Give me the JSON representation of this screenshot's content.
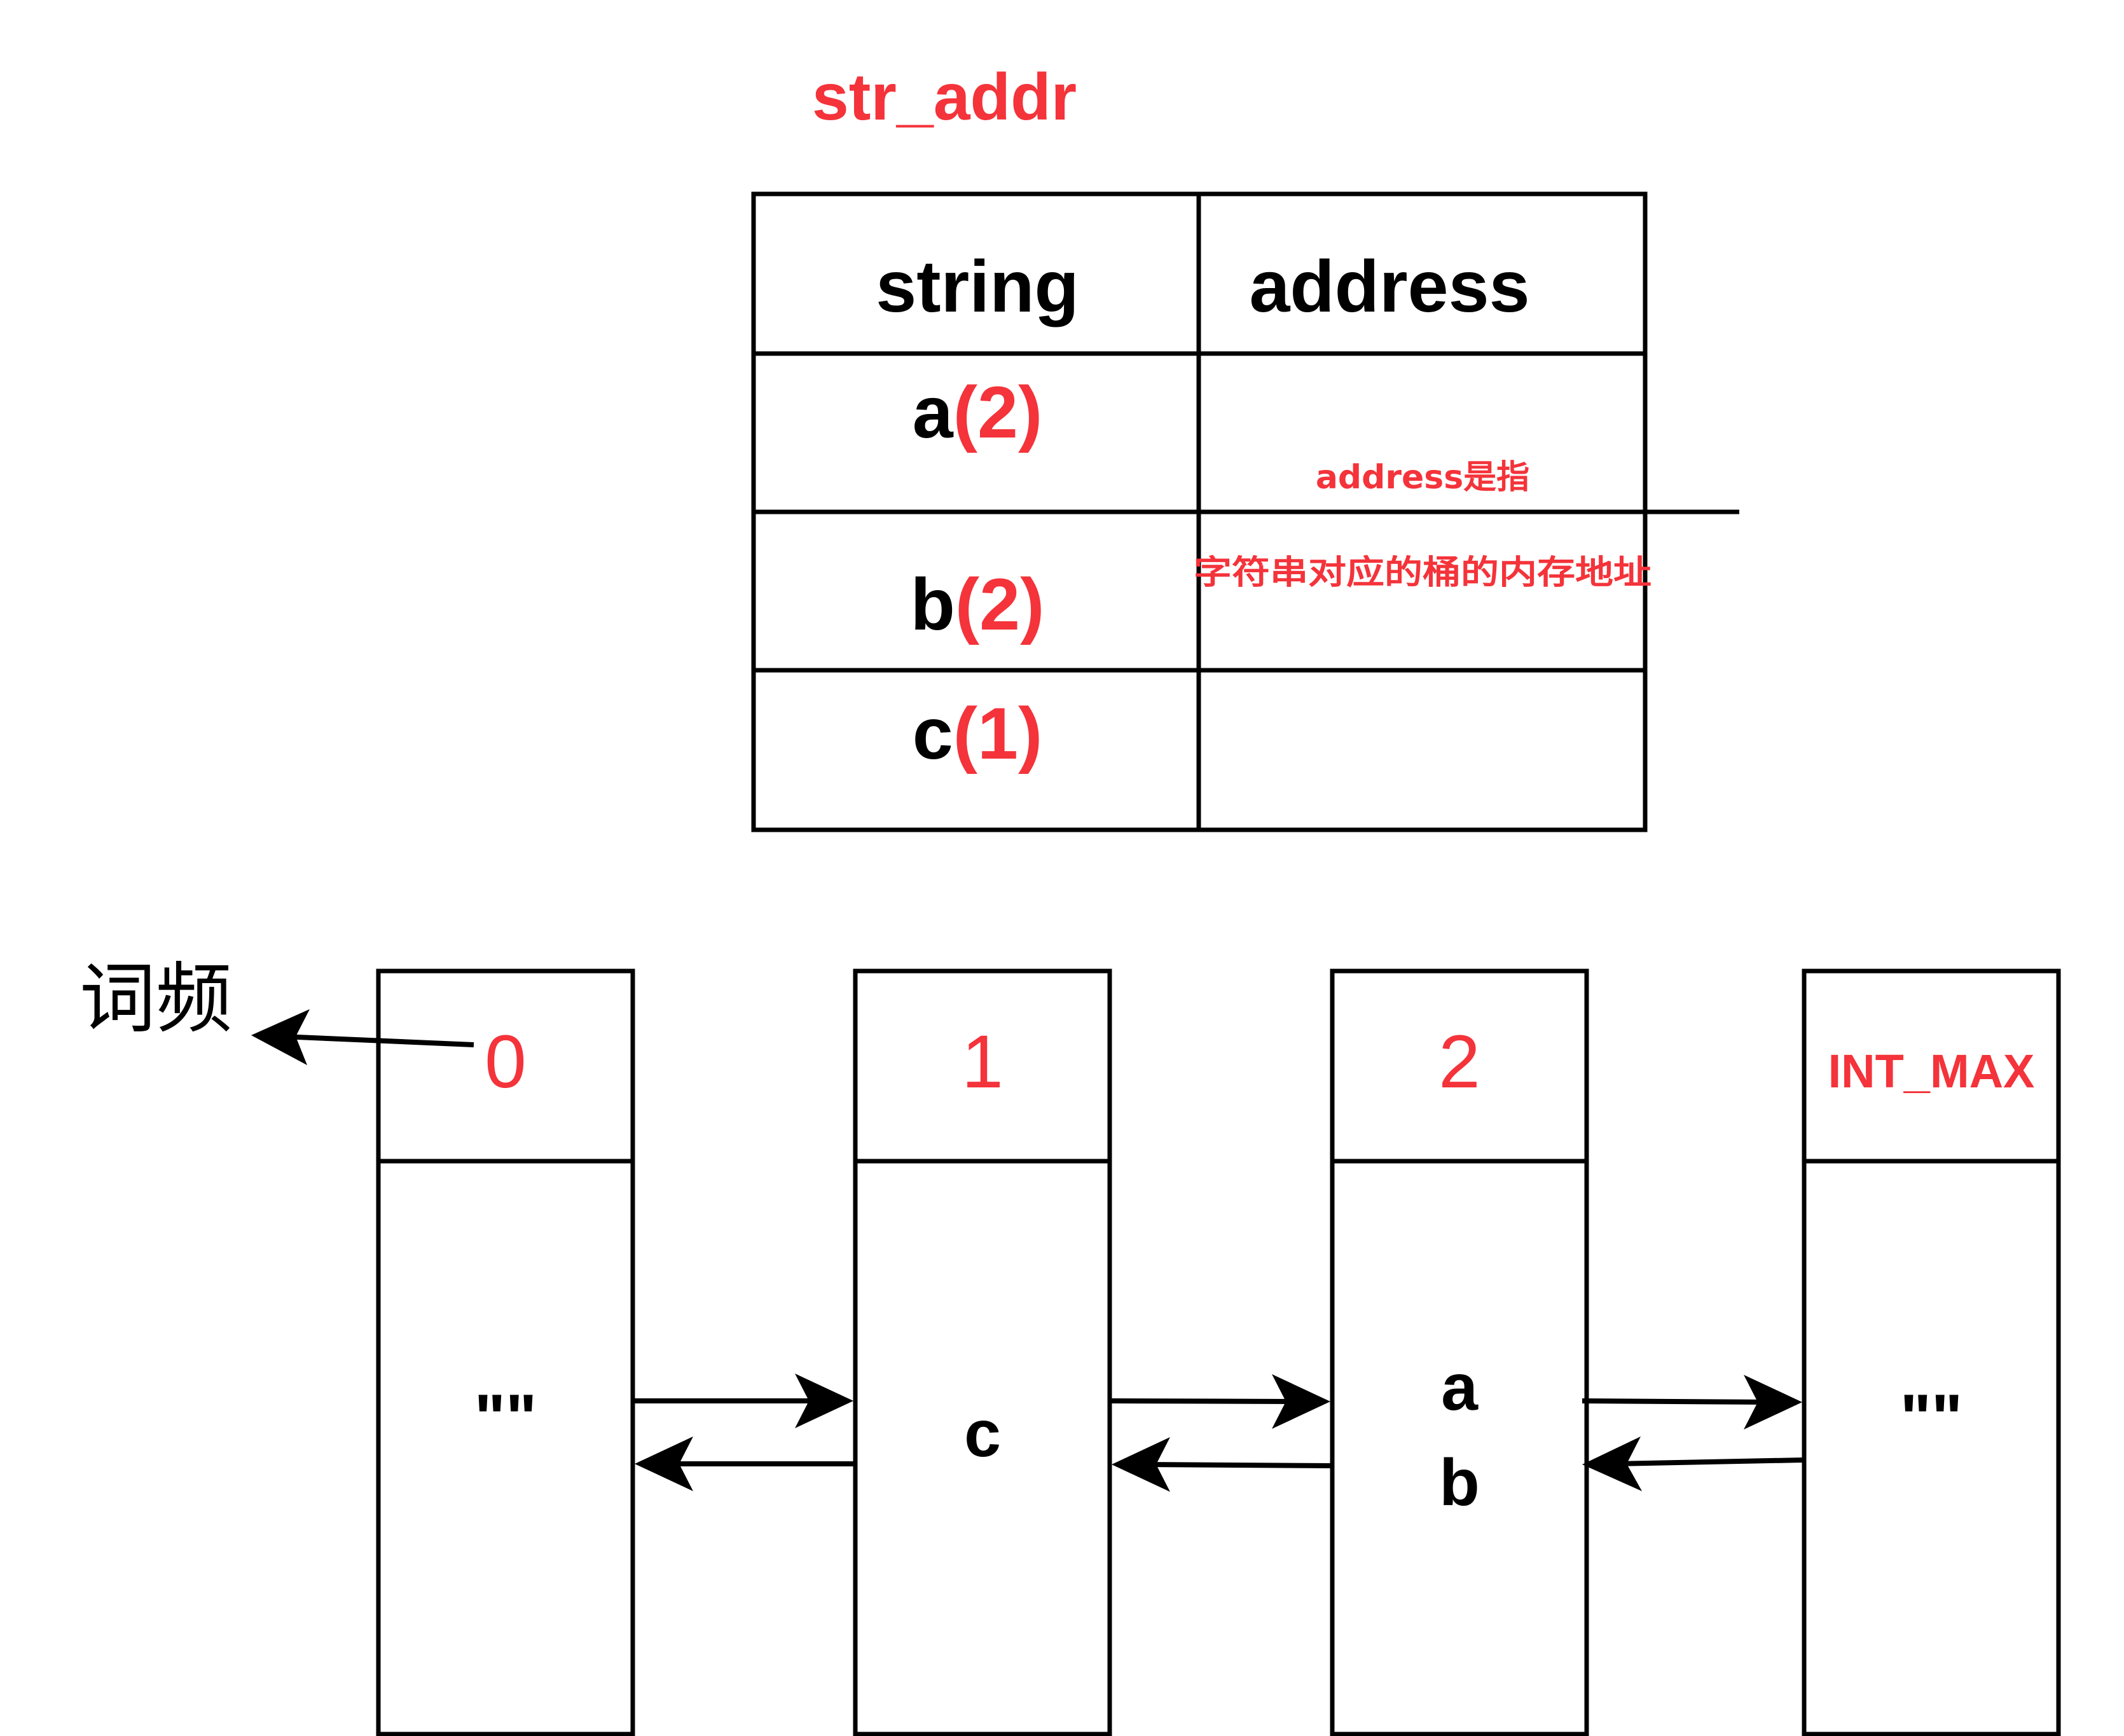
{
  "colors": {
    "accent": "#f4333a",
    "line": "#000000",
    "background": "#ffffff"
  },
  "table": {
    "title": "str_addr",
    "headers": {
      "string": "string",
      "address": "address"
    },
    "rows": [
      {
        "key": "a",
        "count": "(2)"
      },
      {
        "key": "b",
        "count": "(2)"
      },
      {
        "key": "c",
        "count": "(1)"
      }
    ],
    "note_line1": "address是指",
    "note_line2": "字符串对应的桶的内存地址"
  },
  "buckets": [
    {
      "freq": "0",
      "content": "\"\""
    },
    {
      "freq": "1",
      "content": "c"
    },
    {
      "freq": "2",
      "content_line1": "a",
      "content_line2": "b"
    },
    {
      "freq": "INT_MAX",
      "content": "\"\""
    }
  ],
  "freq_label": "词频"
}
